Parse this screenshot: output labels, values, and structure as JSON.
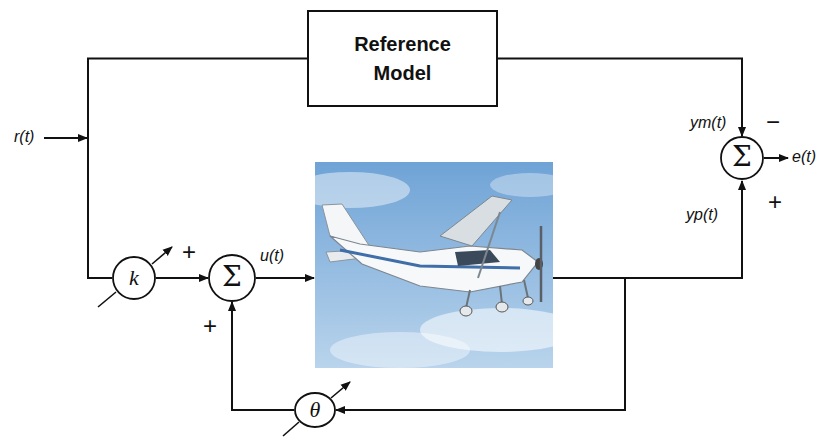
{
  "diagram": {
    "nodes": [
      {
        "text": [
          "Reference Model"
        ]
      },
      {
        "text": [
          "Σ"
        ]
      },
      {
        "text": [
          "k"
        ]
      },
      {
        "text": [
          "Σ"
        ]
      },
      {
        "text": [
          "θ"
        ]
      }
    ],
    "edges": [
      {
        "from": 2,
        "to": 0,
        "arrow": "none"
      },
      {
        "from": 0,
        "to": 1,
        "arrow": "to"
      },
      {
        "from": 2,
        "to": 3,
        "arrow": "to"
      },
      {
        "from": 4,
        "to": 3,
        "arrow": "to"
      }
    ],
    "labels": [
      "r(t)",
      "+",
      "u(t)",
      "+",
      "ym(t)",
      "−",
      "yp(t)",
      "+",
      "e(t)"
    ]
  }
}
